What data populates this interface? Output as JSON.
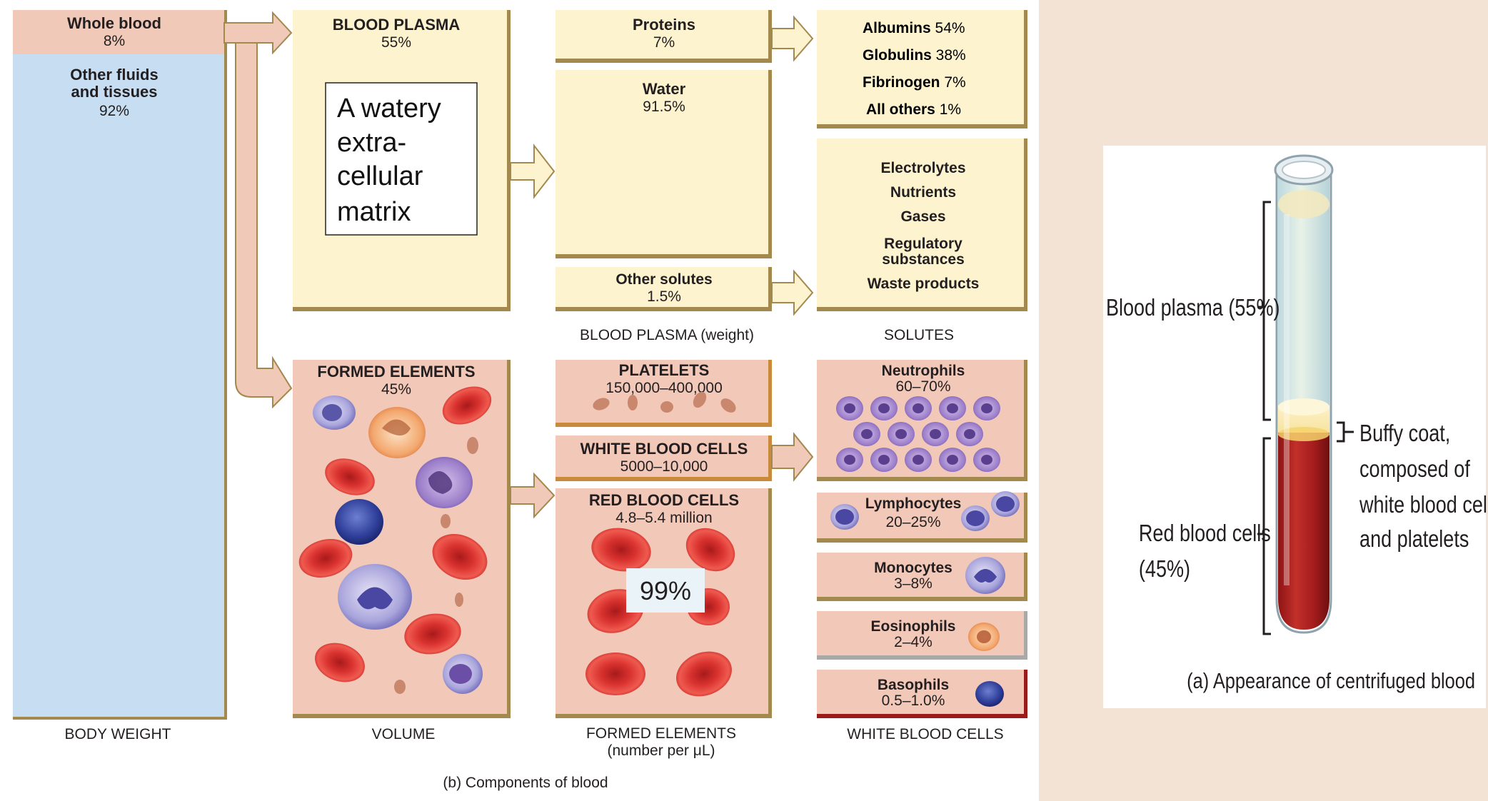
{
  "colors": {
    "plasma_fill": "#fdf3cf",
    "formed_fill": "#f2c8b8",
    "bodyweight_fill": "#c6ddf2",
    "arrow_fill": "#f0c9b8",
    "shadow": "#a3894e",
    "rbc": "#d9322f",
    "page_bg": "#f3e3d5"
  },
  "body_weight": {
    "whole_blood_label": "Whole blood",
    "whole_blood_pct": "8%",
    "other_label_line1": "Other fluids",
    "other_label_line2": "and tissues",
    "other_pct": "92%",
    "caption": "BODY WEIGHT"
  },
  "plasma": {
    "title": "BLOOD PLASMA",
    "pct": "55%",
    "note_lines": [
      "A watery",
      "extra-",
      "cellular",
      "matrix"
    ]
  },
  "formed": {
    "title": "FORMED ELEMENTS",
    "pct": "45%"
  },
  "volume_caption": "VOLUME",
  "plasma_weight": {
    "proteins_label": "Proteins",
    "proteins_pct": "7%",
    "water_label": "Water",
    "water_pct": "91.5%",
    "solutes_label": "Other solutes",
    "solutes_pct": "1.5%",
    "caption": "BLOOD PLASMA (weight)"
  },
  "proteins_list": [
    {
      "name": "Albumins",
      "pct": "54%"
    },
    {
      "name": "Globulins",
      "pct": "38%"
    },
    {
      "name": "Fibrinogen",
      "pct": "7%"
    },
    {
      "name": "All others",
      "pct": "1%"
    }
  ],
  "solutes_list": [
    "Electrolytes",
    "Nutrients",
    "Gases",
    "Regulatory",
    "substances",
    "Waste products"
  ],
  "solutes_caption": "SOLUTES",
  "formed_counts": {
    "platelets_label": "PLATELETS",
    "platelets_count": "150,000–400,000",
    "wbc_label": "WHITE BLOOD CELLS",
    "wbc_count": "5000–10,000",
    "rbc_label": "RED BLOOD CELLS",
    "rbc_count": "4.8–5.4 million",
    "rbc_share": "99%",
    "caption_line1": "FORMED ELEMENTS",
    "caption_line2": "(number per μL)"
  },
  "wbc_types": [
    {
      "name": "Neutrophils",
      "range": "60–70%"
    },
    {
      "name": "Lymphocytes",
      "range": "20–25%"
    },
    {
      "name": "Monocytes",
      "range": "3–8%"
    },
    {
      "name": "Eosinophils",
      "range": "2–4%"
    },
    {
      "name": "Basophils",
      "range": "0.5–1.0%"
    }
  ],
  "wbc_caption": "WHITE BLOOD CELLS",
  "figure_b_caption": "(b) Components of blood",
  "tube": {
    "plasma_label": "Blood plasma",
    "plasma_pct": "(55%)",
    "buffy_line1": "Buffy coat,",
    "buffy_line2": "composed of",
    "buffy_line3": "white blood cells",
    "buffy_line4": "and platelets",
    "rbc_label": "Red blood cells",
    "rbc_pct": "(45%)",
    "caption": "(a) Appearance of centrifuged blood"
  }
}
